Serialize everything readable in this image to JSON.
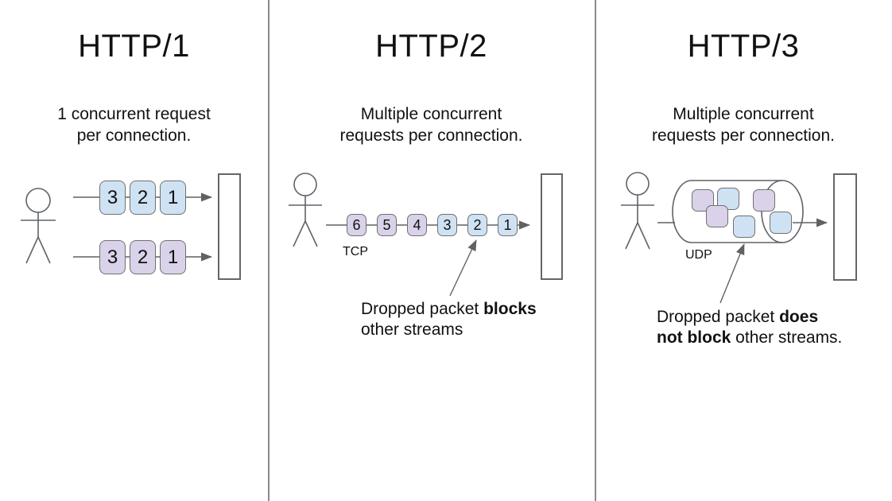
{
  "colors": {
    "packet_blue": "#cfe2f3",
    "packet_purple": "#d9d2e9",
    "line_gray": "#616161"
  },
  "panels": [
    {
      "title": "HTTP/1",
      "subtitle": "1 concurrent request\nper connection.",
      "rows": [
        {
          "packets": [
            "3",
            "2",
            "1"
          ]
        },
        {
          "packets": [
            "3",
            "2",
            "1"
          ]
        }
      ]
    },
    {
      "title": "HTTP/2",
      "subtitle": "Multiple concurrent\nrequests per connection.",
      "protocol_label": "TCP",
      "packets": [
        "6",
        "5",
        "4",
        "3",
        "2",
        "1"
      ],
      "note": {
        "pre": "Dropped packet ",
        "bold": "blocks",
        "post": "\nother streams"
      }
    },
    {
      "title": "HTTP/3",
      "subtitle": "Multiple concurrent\nrequests per connection.",
      "protocol_label": "UDP",
      "note": {
        "pre": "Dropped packet ",
        "bold": "does\nnot block",
        "post": " other streams."
      }
    }
  ]
}
